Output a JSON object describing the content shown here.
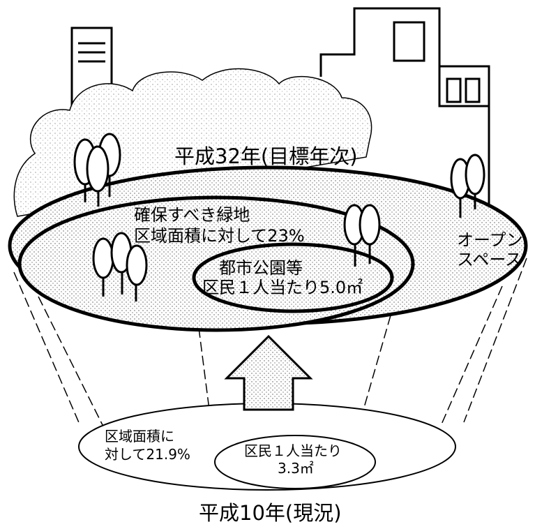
{
  "top_ring": {
    "caption": "平成32年(目標年次)",
    "outer_label_line1": "オープン",
    "outer_label_line2": "スペース",
    "middle_label_line1": "確保すべき緑地",
    "middle_label_line2": "区域面積に対して23%",
    "inner_label_line1": "都市公園等",
    "inner_label_line2": "区民１人当たり5.0㎡"
  },
  "bottom_ring": {
    "caption": "平成10年(現況)",
    "outer_label_line1": "区域面積に",
    "outer_label_line2": "対して21.9%",
    "inner_label_line1": "区民１人当たり",
    "inner_label_line2": "3.3㎡"
  },
  "colors": {
    "stroke": "#000000",
    "background": "#ffffff",
    "pattern_dot": "#555555"
  }
}
